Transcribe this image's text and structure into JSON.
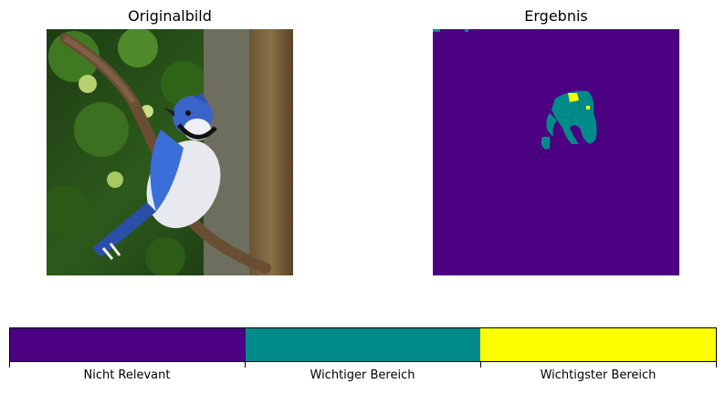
{
  "figure": {
    "left_title": "Originalbild",
    "right_title": "Ergebnis"
  },
  "colorbar": {
    "labels": [
      "Nicht Relevant",
      "Wichtiger Bereich",
      "Wichtigster Bereich"
    ],
    "colors": [
      "#4b0082",
      "#008b8b",
      "#ffff00"
    ]
  }
}
